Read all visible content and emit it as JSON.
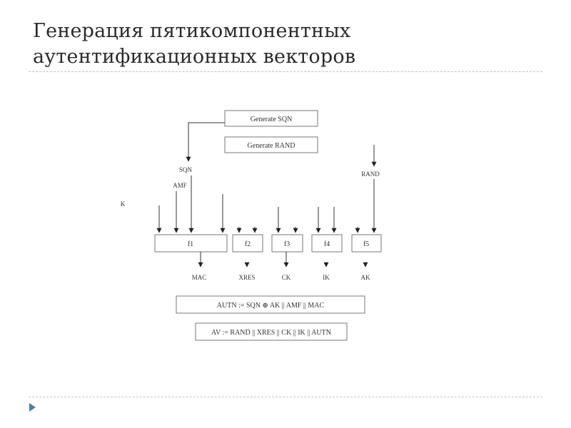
{
  "slide": {
    "title_line1": "Генерация пятикомпонентных",
    "title_line2": "аутентификационных векторов"
  },
  "diagram": {
    "generate_sqn": "Generate SQN",
    "generate_rand": "Generate RAND",
    "inputs": {
      "sqn": "SQN",
      "amf": "AMF",
      "k": "K",
      "rand": "RAND"
    },
    "functions": [
      "f1",
      "f2",
      "f3",
      "f4",
      "f5"
    ],
    "outputs": [
      "MAC",
      "XRES",
      "CK",
      "IK",
      "AK"
    ],
    "autn": "AUTN := SQN ⊕ AK || AMF || MAC",
    "av": "AV := RAND || XRES || CK || IK || AUTN"
  }
}
